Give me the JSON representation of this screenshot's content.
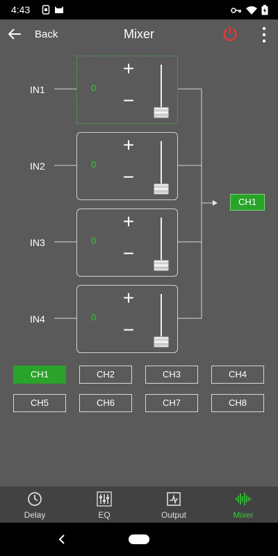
{
  "status": {
    "time": "4:43"
  },
  "appbar": {
    "back_label": "Back",
    "title": "Mixer"
  },
  "inputs": [
    {
      "label": "IN1",
      "value": "0",
      "plus": "+",
      "minus": "−",
      "level": 0
    },
    {
      "label": "IN2",
      "value": "0",
      "plus": "+",
      "minus": "−",
      "level": 0
    },
    {
      "label": "IN3",
      "value": "0",
      "plus": "+",
      "minus": "−",
      "level": 0
    },
    {
      "label": "IN4",
      "value": "0",
      "plus": "+",
      "minus": "−",
      "level": 0
    }
  ],
  "output": {
    "label": "CH1"
  },
  "channels": [
    {
      "label": "CH1",
      "active": true
    },
    {
      "label": "CH2",
      "active": false
    },
    {
      "label": "CH3",
      "active": false
    },
    {
      "label": "CH4",
      "active": false
    },
    {
      "label": "CH5",
      "active": false
    },
    {
      "label": "CH6",
      "active": false
    },
    {
      "label": "CH7",
      "active": false
    },
    {
      "label": "CH8",
      "active": false
    }
  ],
  "nav": [
    {
      "label": "Delay",
      "icon": "clock-icon",
      "active": false
    },
    {
      "label": "EQ",
      "icon": "equalizer-icon",
      "active": false
    },
    {
      "label": "Output",
      "icon": "output-graph-icon",
      "active": false
    },
    {
      "label": "Mixer",
      "icon": "waveform-icon",
      "active": true
    }
  ],
  "colors": {
    "accent": "#29a329",
    "value": "#33cc33",
    "power": "#e53935",
    "background": "#5a5a5a",
    "nav_bg": "#424242"
  }
}
